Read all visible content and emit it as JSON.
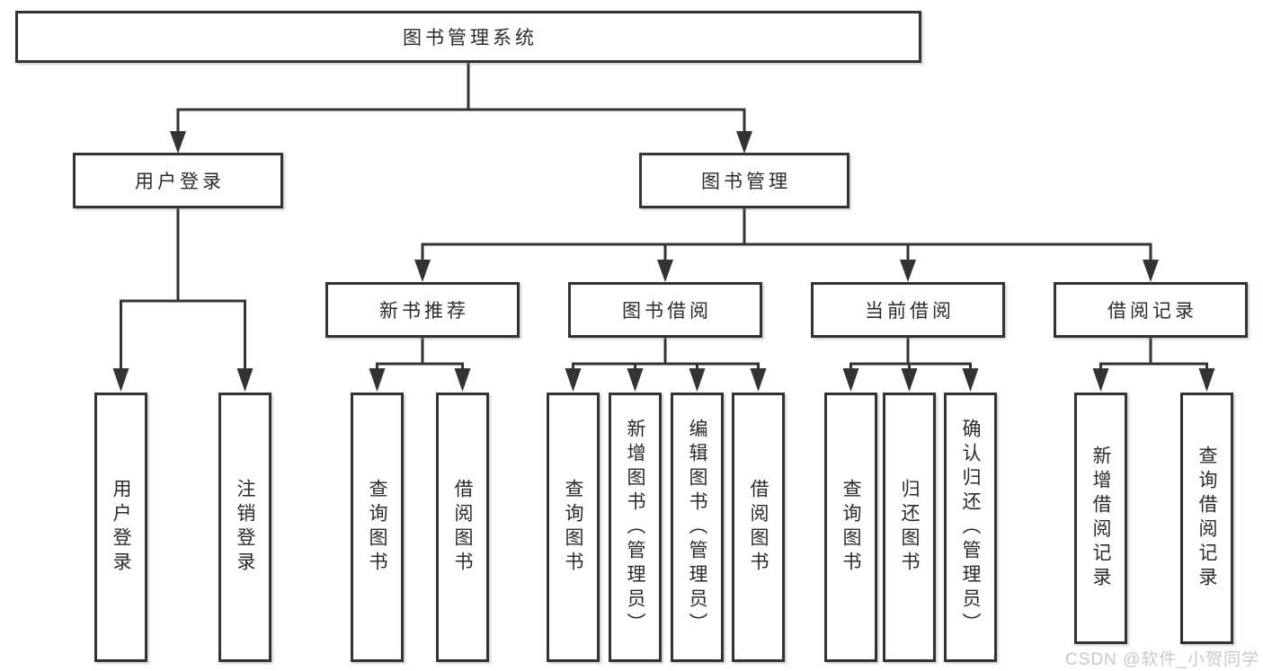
{
  "diagram": {
    "root": {
      "label": "图书管理系统"
    },
    "user_login": {
      "label": "用户登录",
      "children": [
        {
          "label": "用户登录"
        },
        {
          "label": "注销登录"
        }
      ]
    },
    "book_management": {
      "label": "图书管理",
      "sections": [
        {
          "label": "新书推荐",
          "children": [
            {
              "label": "查询图书"
            },
            {
              "label": "借阅图书"
            }
          ]
        },
        {
          "label": "图书借阅",
          "children": [
            {
              "label": "查询图书"
            },
            {
              "label": "新增图书（管理员）"
            },
            {
              "label": "编辑图书（管理员）"
            },
            {
              "label": "借阅图书"
            }
          ]
        },
        {
          "label": "当前借阅",
          "children": [
            {
              "label": "查询图书"
            },
            {
              "label": "归还图书"
            },
            {
              "label": "确认归还（管理员）"
            }
          ]
        },
        {
          "label": "借阅记录",
          "children": [
            {
              "label": "新增借阅记录"
            },
            {
              "label": "查询借阅记录"
            }
          ]
        }
      ]
    }
  },
  "watermark": {
    "text": "CSDN @软件_小贺同学"
  },
  "colors": {
    "line": "#333333",
    "text": "#2b2b2b",
    "box_background": "#ffffff",
    "watermark": "#c9c9c9",
    "page_background": "#ffffff"
  }
}
